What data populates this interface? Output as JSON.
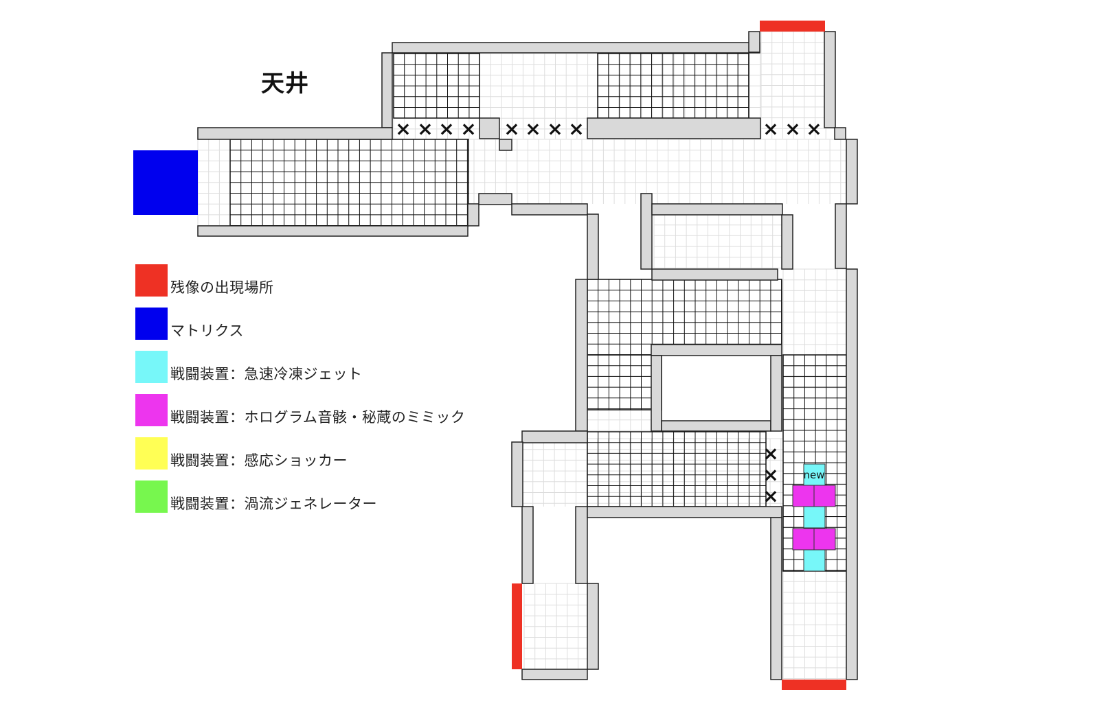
{
  "title": "天井",
  "legend": [
    {
      "color": "#ee3124",
      "label": "残像の出現場所"
    },
    {
      "color": "#0000ee",
      "label": "マトリクス"
    },
    {
      "color": "#77f7f9",
      "label": "戦闘装置：急速冷凍ジェット"
    },
    {
      "color": "#ed35ee",
      "label": "戦闘装置：ホログラム音骸・秘蔵のミミック"
    },
    {
      "color": "#ffff55",
      "label": "戦闘装置：感応ショッカー"
    },
    {
      "color": "#77f74e",
      "label": "戦闘装置：渦流ジェネレーター"
    }
  ],
  "marker_symbol": "×",
  "new_label": "new",
  "colors": {
    "wall": "#d9d9d9",
    "grid_fine": "#dddddd",
    "grid_bold": "#111111",
    "spawn": "#ee3124",
    "matrix": "#0000ee",
    "freeze": "#77f7f9",
    "mimic": "#ed35ee"
  }
}
